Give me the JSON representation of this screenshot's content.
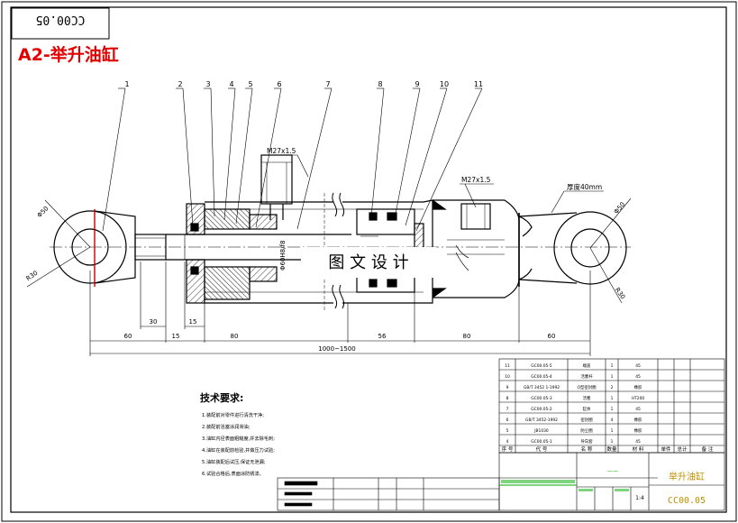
{
  "drawing": {
    "code_box": "CC00.05",
    "title": "A2-举升油缸",
    "watermark": "图 文 设 计",
    "tech_heading": "技术要求:",
    "tech_notes": [
      "1.装配前对零件进行清洗干净;",
      "2.装配前活塞涂润滑油;",
      "3.油缸内径表面粗糙度,并去除毛刺;",
      "4.油缸在装配前检验,并做压力试验;",
      "5.油缸装配后试压,保证无泄漏;",
      "6.试验合格后,表面涂防锈漆。"
    ],
    "part_labels": [
      "1",
      "2",
      "3",
      "4",
      "5",
      "6",
      "7",
      "8",
      "9",
      "10",
      "11"
    ],
    "dims": {
      "port_left": "M27x1.5",
      "port_right": "M27x1.5",
      "thickness": "厚度40mm",
      "phi_left": "Φ50",
      "phi_right": "Φ50",
      "r_left": "R30",
      "r_right": "R30",
      "bore": "Φ60H8/f8",
      "d30": "30",
      "d15a": "15",
      "d15b": "15",
      "d60a": "60",
      "d80a": "80",
      "d56": "56",
      "d80b": "80",
      "d60b": "60",
      "overall": "1000~1500"
    },
    "title_block": {
      "name": "举升油缸",
      "code": "CC00.05",
      "scale": "1:4",
      "dash": "——"
    },
    "bom_headers": [
      "序 号",
      "代 号",
      "名 称",
      "数量",
      "材 料",
      "单件",
      "总计",
      "备 注"
    ],
    "bom_rows": [
      [
        "11",
        "GC00.05-5",
        "端盖",
        "1",
        "45"
      ],
      [
        "10",
        "GC00.05-4",
        "活塞杆",
        "1",
        "45"
      ],
      [
        "9",
        "GB/T 3452 1-1992",
        "O型密封圈",
        "2",
        "橡胶"
      ],
      [
        "8",
        "GC00.05-3",
        "活塞",
        "1",
        "HT200"
      ],
      [
        "7",
        "GC00.05-2",
        "缸体",
        "1",
        "45"
      ],
      [
        "6",
        "GB/T 3452-1992",
        "密封圈",
        "4",
        "橡胶"
      ],
      [
        "5",
        "JB1030",
        "防尘圈",
        "1",
        "橡胶"
      ],
      [
        "4",
        "GC00.05-1",
        "导向套",
        "1",
        "45"
      ]
    ]
  }
}
